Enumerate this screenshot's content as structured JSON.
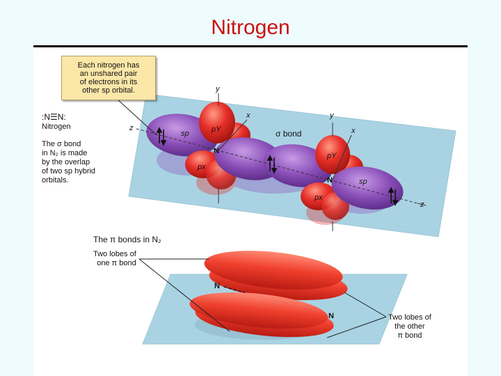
{
  "title": "Nitrogen",
  "callout": {
    "text": "Each nitrogen has\nan unshared pair\nof electrons in its\nother sp orbital."
  },
  "left_notes": {
    "lewis": ":N☰N:",
    "molecule": "Nitrogen",
    "sigma_note": "The σ bond\nin N₂ is made\nby the overlap\nof two sp hybrid\norbitals."
  },
  "sigma_diagram": {
    "axis_y": "y",
    "axis_x": "x",
    "axis_z": "z",
    "sp": "sp",
    "py": "pY",
    "px": "px",
    "atom": "N",
    "sigma_bond": "σ bond"
  },
  "pi_diagram": {
    "heading": "The π bonds in N₂",
    "lobes_one": "Two lobes of\none π bond",
    "lobes_other": "Two lobes of\nthe other\nπ bond",
    "atom_top": "N",
    "atom_bottom": "N"
  },
  "colors": {
    "title": "#cc1111",
    "plane": "#a9d3e3",
    "sp_orbital": "#8a4fb8",
    "p_orbital": "#e8302a",
    "callout_bg": "#fbe7a8"
  }
}
